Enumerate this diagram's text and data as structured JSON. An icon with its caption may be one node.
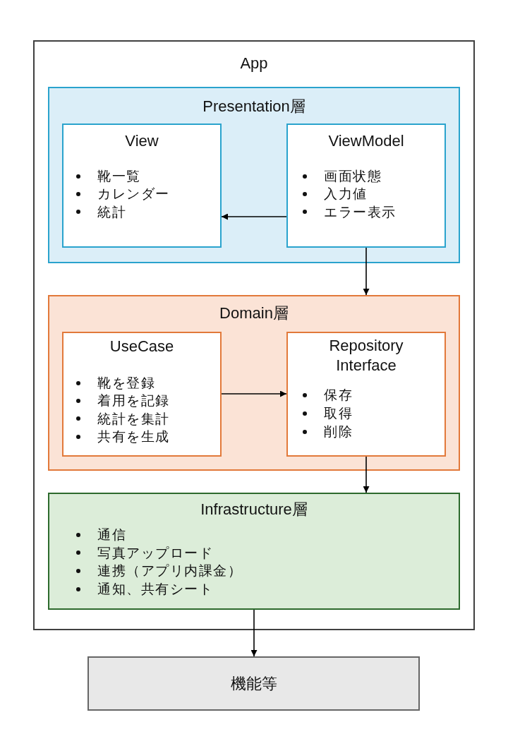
{
  "diagram": {
    "nodes": [
      {
        "text": [
          "App"
        ]
      },
      {
        "text": [
          "Presentation層"
        ],
        "in": 0
      },
      {
        "text": [
          "View",
          "靴一覧",
          "カレンダー",
          "統計"
        ],
        "in": 1
      },
      {
        "text": [
          "ViewModel",
          "画面状態",
          "入力値",
          "エラー表示"
        ],
        "in": 1
      },
      {
        "text": [
          "Domain層"
        ],
        "in": 0
      },
      {
        "text": [
          "UseCase",
          "靴を登録",
          "着用を記録",
          "統計を集計",
          "共有を生成"
        ],
        "in": 4
      },
      {
        "text": [
          "Repository Interface",
          "保存",
          "取得",
          "削除"
        ],
        "in": 4
      },
      {
        "text": [
          "Infrastructure層",
          "通信",
          "写真アップロード",
          "連携（アプリ内課金）",
          "通知、共有シート"
        ],
        "in": 0
      },
      {
        "text": [
          "機能等"
        ]
      }
    ],
    "edges": [
      {
        "from": 3,
        "to": 2,
        "arrow": "to"
      },
      {
        "from": 3,
        "to": 4,
        "arrow": "to"
      },
      {
        "from": 5,
        "to": 6,
        "arrow": "to"
      },
      {
        "from": 6,
        "to": 7,
        "arrow": "to"
      },
      {
        "from": 7,
        "to": 8,
        "arrow": "to"
      }
    ]
  }
}
